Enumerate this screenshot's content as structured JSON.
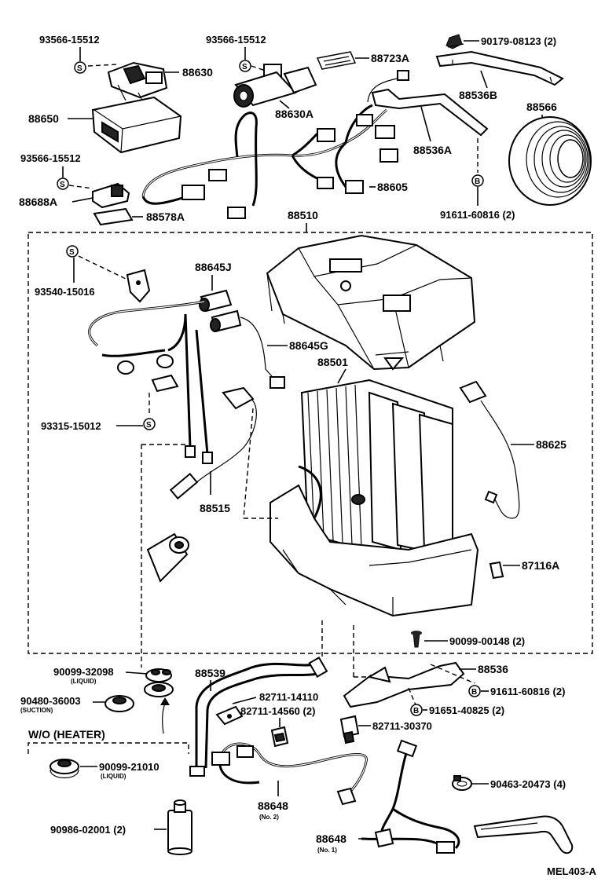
{
  "diagram": {
    "code": "MEL403-A",
    "section_label": "W/O (HEATER)",
    "symbols": {
      "s": "S",
      "b": "B"
    },
    "callouts": {
      "p93566_15512_a": "93566-15512",
      "p93566_15512_b": "93566-15512",
      "p93566_15512_c": "93566-15512",
      "p88630": "88630",
      "p88630A": "88630A",
      "p88723A": "88723A",
      "p90179_08123": "90179-08123 (2)",
      "p88536B": "88536B",
      "p88566": "88566",
      "p88650": "88650",
      "p88536A": "88536A",
      "p88605": "88605",
      "p88688A": "88688A",
      "p88578A": "88578A",
      "p91611_60816_top": "91611-60816 (2)",
      "p88510": "88510",
      "p88645J": "88645J",
      "p93540_15016": "93540-15016",
      "p88645G": "88645G",
      "p88501": "88501",
      "p93315_15012": "93315-15012",
      "p88625": "88625",
      "p88515": "88515",
      "p87116A": "87116A",
      "p90099_00148": "90099-00148 (2)",
      "p90099_32098": "90099-32098",
      "p90099_32098_sub": "(LIQUID)",
      "p88539": "88539",
      "p88536": "88536",
      "p90480_36003": "90480-36003",
      "p90480_36003_sub": "(SUCTION)",
      "p82711_14110": "82711-14110",
      "p91611_60816_bot": "91611-60816 (2)",
      "p82711_14560": "82711-14560 (2)",
      "p91651_40825": "91651-40825 (2)",
      "p82711_30370": "82711-30370",
      "p90099_21010": "90099-21010",
      "p90099_21010_sub": "(LIQUID)",
      "p90463_20473": "90463-20473 (4)",
      "p88648_no2": "88648",
      "p88648_no2_sub": "(No. 2)",
      "p90986_02001": "90986-02001 (2)",
      "p88648_no1": "88648",
      "p88648_no1_sub": "(No. 1)"
    }
  }
}
